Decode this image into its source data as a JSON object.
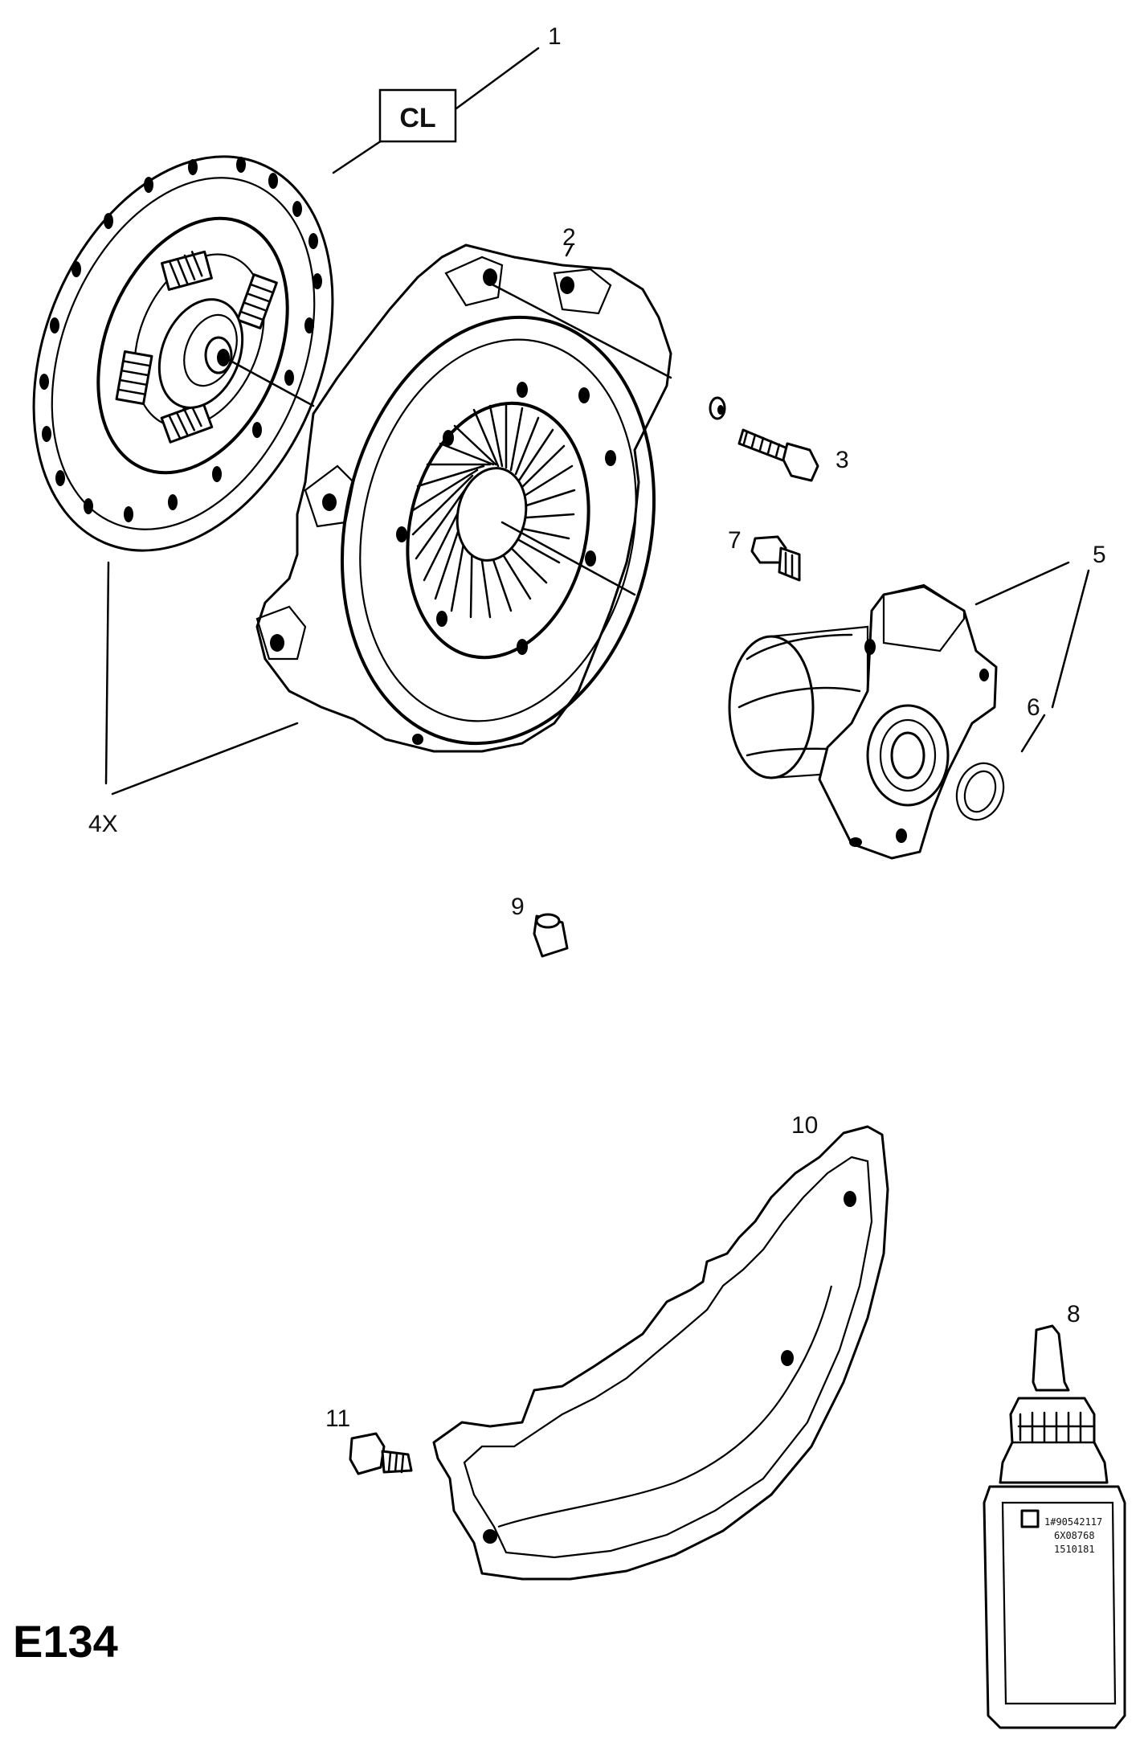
{
  "sheet_code": "E134",
  "kit_code": "CL",
  "callouts": [
    {
      "id": "1",
      "text": "1"
    },
    {
      "id": "2",
      "text": "2"
    },
    {
      "id": "3",
      "text": "3"
    },
    {
      "id": "4x",
      "text": "4X"
    },
    {
      "id": "5",
      "text": "5"
    },
    {
      "id": "6",
      "text": "6"
    },
    {
      "id": "7",
      "text": "7"
    },
    {
      "id": "8",
      "text": "8"
    },
    {
      "id": "9",
      "text": "9"
    },
    {
      "id": "10",
      "text": "10"
    },
    {
      "id": "11",
      "text": "11"
    }
  ],
  "bottle_label": {
    "line1": "1#90542117",
    "line2": "6X08768",
    "line3": "1510181"
  }
}
